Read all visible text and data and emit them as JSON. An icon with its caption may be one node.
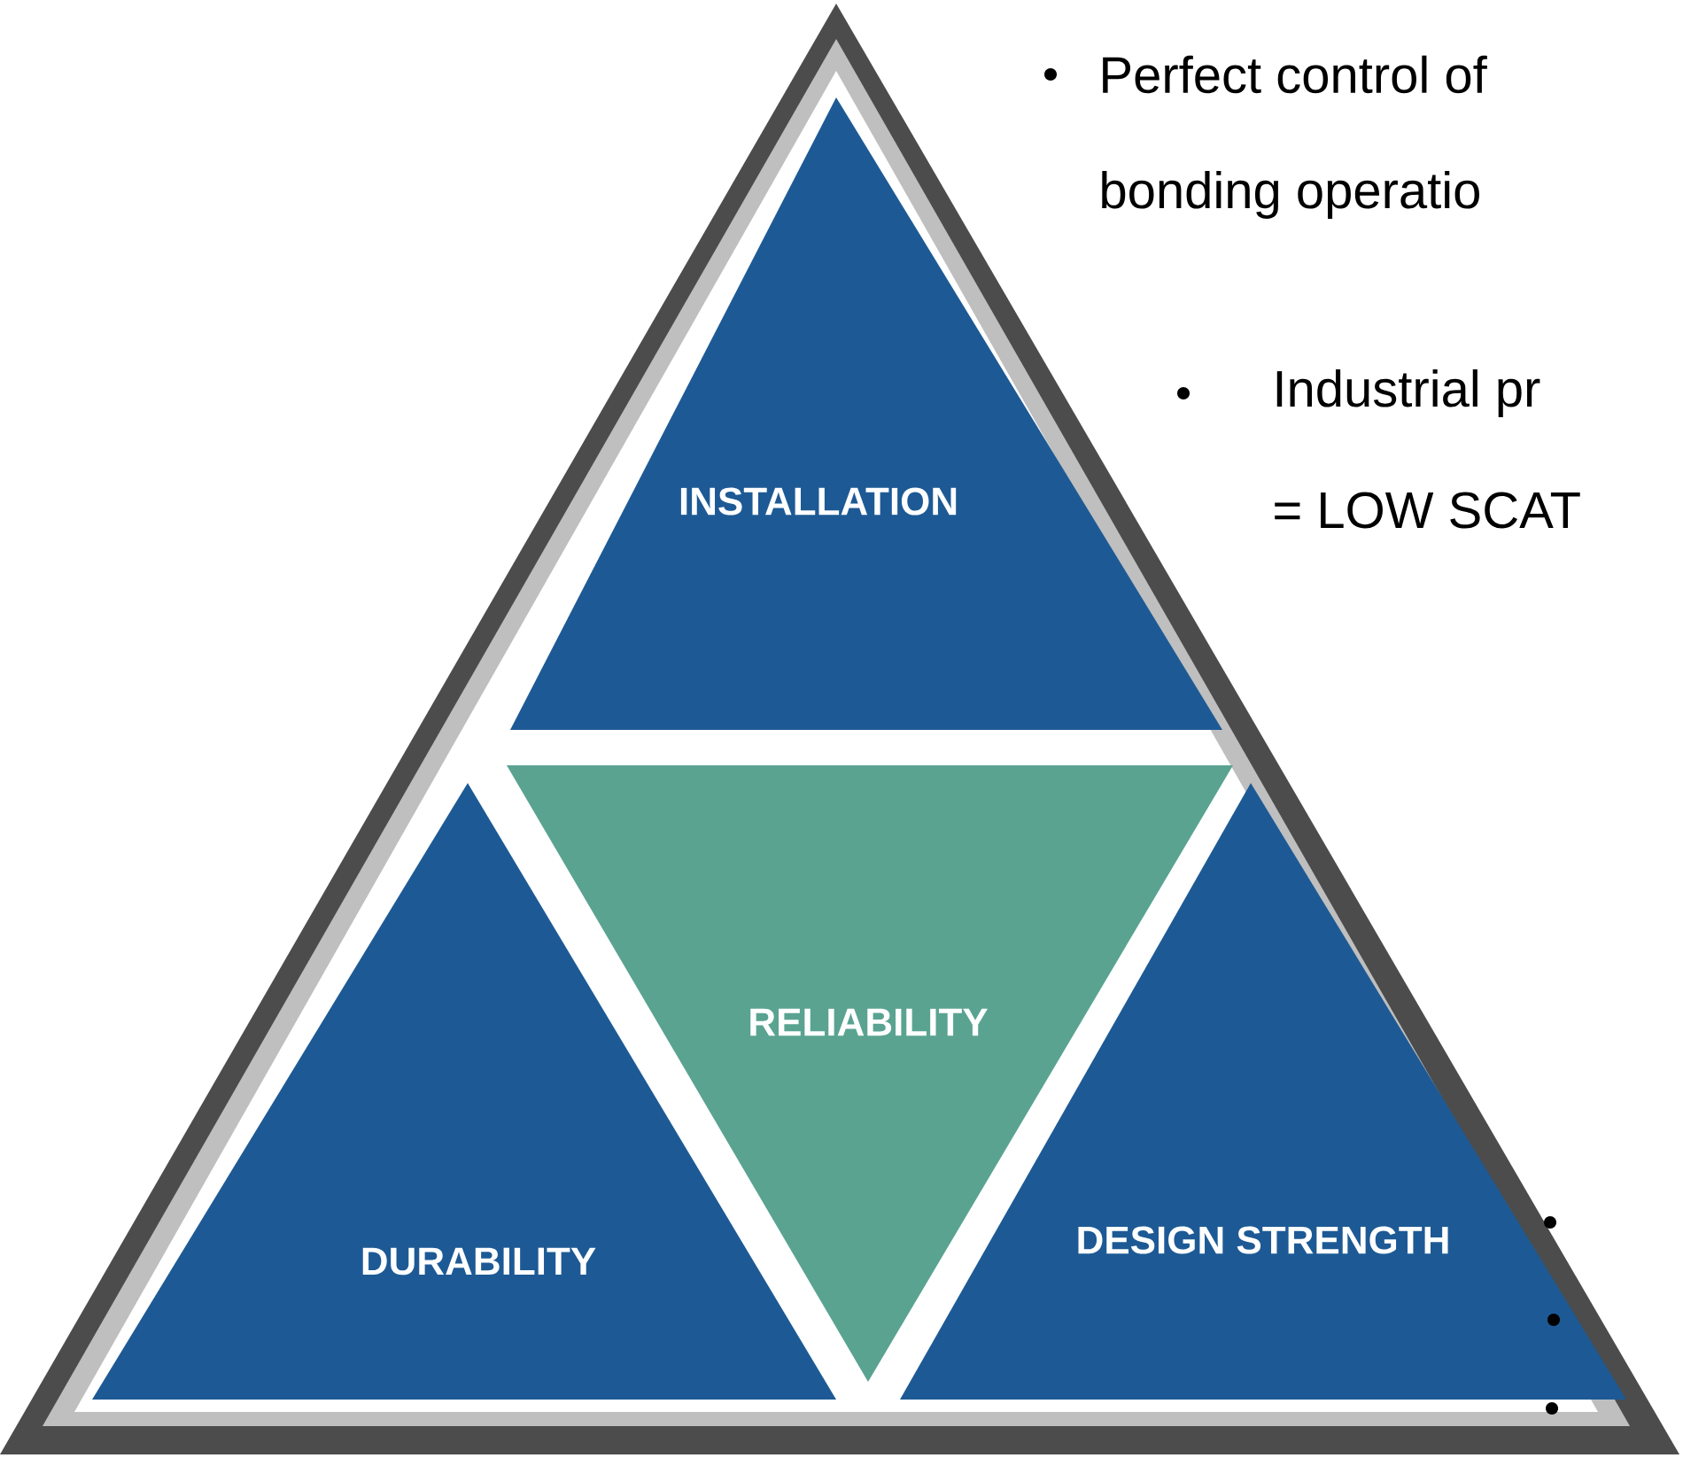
{
  "diagram": {
    "nodes": [
      {
        "text": [
          "INSTALLATION"
        ]
      },
      {
        "text": [
          "RELIABILITY"
        ]
      },
      {
        "text": [
          "DURABILITY"
        ]
      },
      {
        "text": [
          "DESIGN STRENGTH"
        ]
      }
    ],
    "labels": [
      "Perfect control of",
      "bonding operatio",
      "Industrial pr",
      "= LOW SCAT"
    ]
  }
}
